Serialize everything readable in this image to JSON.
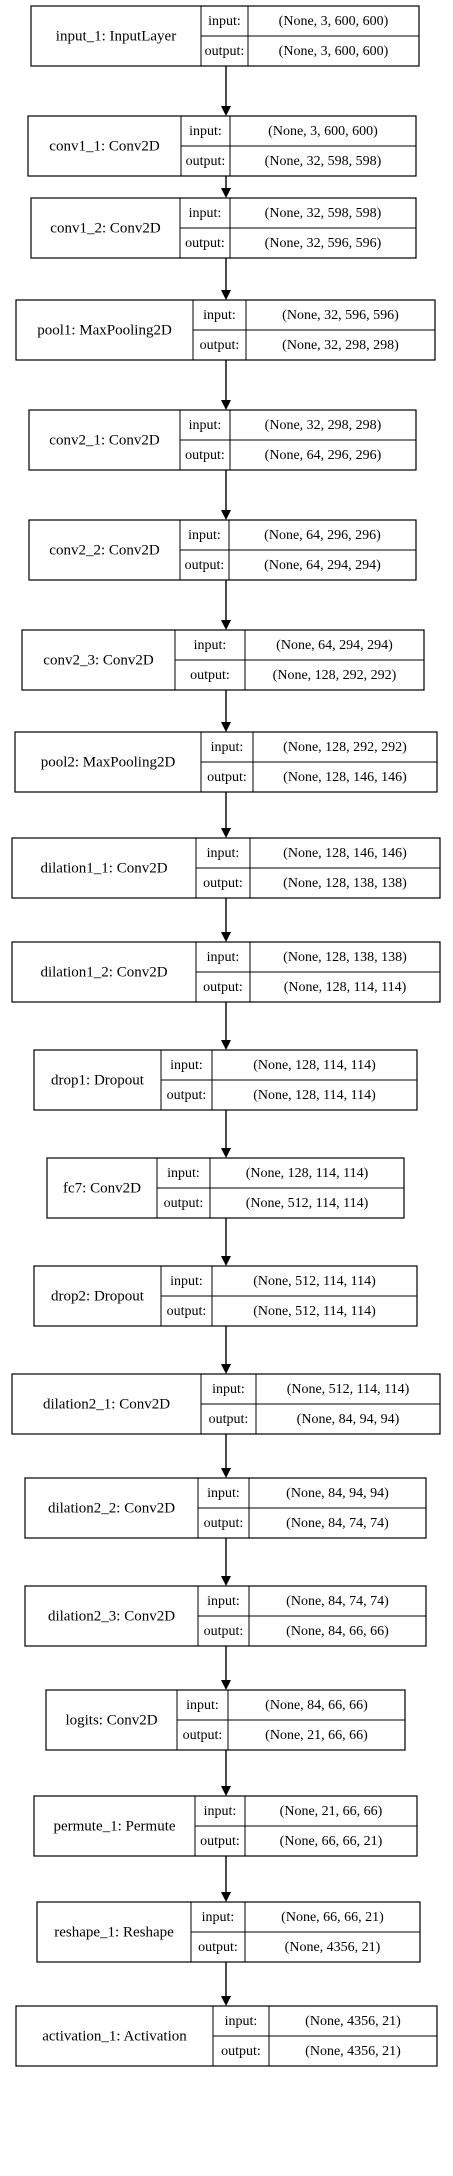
{
  "labels": {
    "input": "input:",
    "output": "output:"
  },
  "nodes": [
    {
      "name": "input_1: InputLayer",
      "input": "(None, 3, 600, 600)",
      "output": "(None, 3, 600, 600)"
    },
    {
      "name": "conv1_1: Conv2D",
      "input": "(None, 3, 600, 600)",
      "output": "(None, 32, 598, 598)"
    },
    {
      "name": "conv1_2: Conv2D",
      "input": "(None, 32, 598, 598)",
      "output": "(None, 32, 596, 596)"
    },
    {
      "name": "pool1: MaxPooling2D",
      "input": "(None, 32, 596, 596)",
      "output": "(None, 32, 298, 298)"
    },
    {
      "name": "conv2_1: Conv2D",
      "input": "(None, 32, 298, 298)",
      "output": "(None, 64, 296, 296)"
    },
    {
      "name": "conv2_2: Conv2D",
      "input": "(None, 64, 296, 296)",
      "output": "(None, 64, 294, 294)"
    },
    {
      "name": "conv2_3: Conv2D",
      "input": "(None, 64, 294, 294)",
      "output": "(None, 128, 292, 292)"
    },
    {
      "name": "pool2: MaxPooling2D",
      "input": "(None, 128, 292, 292)",
      "output": "(None, 128, 146, 146)"
    },
    {
      "name": "dilation1_1: Conv2D",
      "input": "(None, 128, 146, 146)",
      "output": "(None, 128, 138, 138)"
    },
    {
      "name": "dilation1_2: Conv2D",
      "input": "(None, 128, 138, 138)",
      "output": "(None, 128, 114, 114)"
    },
    {
      "name": "drop1: Dropout",
      "input": "(None, 128, 114, 114)",
      "output": "(None, 128, 114, 114)"
    },
    {
      "name": "fc7: Conv2D",
      "input": "(None, 128, 114, 114)",
      "output": "(None, 512, 114, 114)"
    },
    {
      "name": "drop2: Dropout",
      "input": "(None, 512, 114, 114)",
      "output": "(None, 512, 114, 114)"
    },
    {
      "name": "dilation2_1: Conv2D",
      "input": "(None, 512, 114, 114)",
      "output": "(None, 84, 94, 94)"
    },
    {
      "name": "dilation2_2: Conv2D",
      "input": "(None, 84, 94, 94)",
      "output": "(None, 84, 74, 74)"
    },
    {
      "name": "dilation2_3: Conv2D",
      "input": "(None, 84, 74, 74)",
      "output": "(None, 84, 66, 66)"
    },
    {
      "name": "logits: Conv2D",
      "input": "(None, 84, 66, 66)",
      "output": "(None, 21, 66, 66)"
    },
    {
      "name": "permute_1: Permute",
      "input": "(None, 21, 66, 66)",
      "output": "(None, 66, 66, 21)"
    },
    {
      "name": "reshape_1: Reshape",
      "input": "(None, 66, 66, 21)",
      "output": "(None, 4356, 21)"
    },
    {
      "name": "activation_1: Activation",
      "input": "(None, 4356, 21)",
      "output": "(None, 4356, 21)"
    }
  ]
}
